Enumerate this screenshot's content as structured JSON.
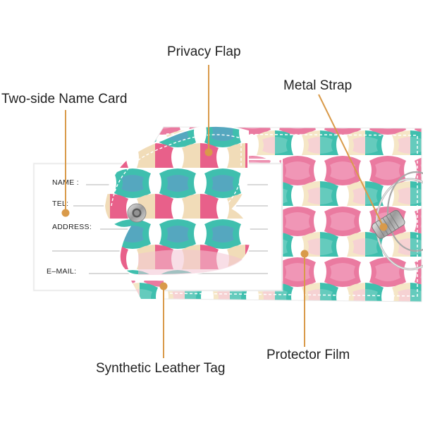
{
  "callouts": {
    "privacy_flap": "Privacy Flap",
    "name_card": "Two-side Name Card",
    "metal_strap": "Metal Strap",
    "protector_film": "Protector Film",
    "leather_tag": "Synthetic Leather Tag"
  },
  "card_fields": {
    "name": "NAME :",
    "tel": "TEL:",
    "address": "ADDRESS:",
    "email": "E–MAIL:"
  },
  "colors": {
    "leader_line": "#d99a4a",
    "pattern_pink": "#e86f96",
    "pattern_teal": "#3fbfae",
    "pattern_cream": "#f4e8c8",
    "pattern_violet": "#9b7bc4"
  }
}
